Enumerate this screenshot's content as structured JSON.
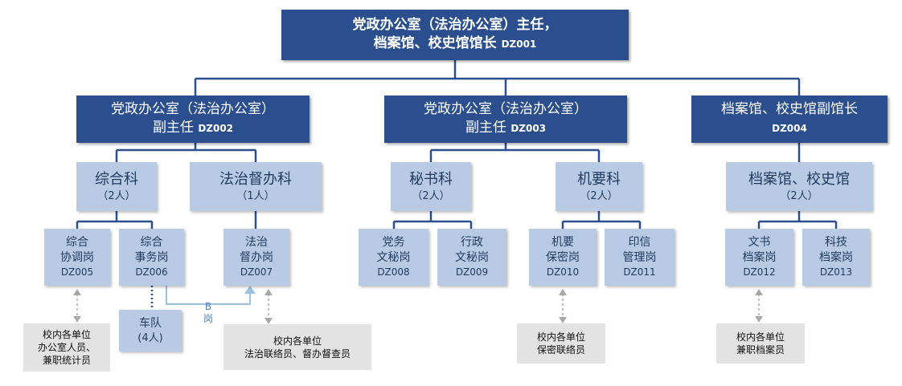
{
  "top": {
    "line1": "党政办公室（法治办公室）主任，",
    "line2": "档案馆、校史馆馆长",
    "code": "DZ001"
  },
  "deputies": [
    {
      "line1": "党政办公室（法治办公室）",
      "line2": "副主任",
      "code": "DZ002"
    },
    {
      "line1": "党政办公室（法治办公室）",
      "line2": "副主任",
      "code": "DZ003"
    },
    {
      "line1": "档案馆、校史馆副馆长",
      "code": "DZ004"
    }
  ],
  "sections": [
    {
      "name": "综合科",
      "count": "（2人）"
    },
    {
      "name": "法治督办科",
      "count": "（1人）"
    },
    {
      "name": "秘书科",
      "count": "（2人）"
    },
    {
      "name": "机要科",
      "count": "（2人）"
    },
    {
      "name": "档案馆、校史馆",
      "count": "（2人）"
    }
  ],
  "posts": [
    {
      "line1": "综合",
      "line2": "协调岗",
      "code": "DZ005"
    },
    {
      "line1": "综合",
      "line2": "事务岗",
      "code": "DZ006"
    },
    {
      "line1": "法治",
      "line2": "督办岗",
      "code": "DZ007"
    },
    {
      "line1": "党务",
      "line2": "文秘岗",
      "code": "DZ008"
    },
    {
      "line1": "行政",
      "line2": "文秘岗",
      "code": "DZ009"
    },
    {
      "line1": "机要",
      "line2": "保密岗",
      "code": "DZ010"
    },
    {
      "line1": "印信",
      "line2": "管理岗",
      "code": "DZ011"
    },
    {
      "line1": "文书",
      "line2": "档案岗",
      "code": "DZ012"
    },
    {
      "line1": "科技",
      "line2": "档案岗",
      "code": "DZ013"
    }
  ],
  "fleet": {
    "name": "车队",
    "count": "(4人)"
  },
  "b_post": {
    "char1": "B",
    "char2": "岗"
  },
  "notes": [
    {
      "line1": "校内各单位",
      "line2": "办公室人员、",
      "line3": "兼职统计员"
    },
    {
      "line1": "校内各单位",
      "line2": "法治联络员、督办督查员"
    },
    {
      "line1": "校内各单位",
      "line2": "保密联络员"
    },
    {
      "line1": "校内各单位",
      "line2": "兼职档案员"
    }
  ],
  "colors": {
    "dark_box": "#2b4f8e",
    "light_box": "#b9cbe4",
    "note_box": "#e3e3e3",
    "connector": "#2b4f8e",
    "b_arrow": "#9cc0df"
  }
}
